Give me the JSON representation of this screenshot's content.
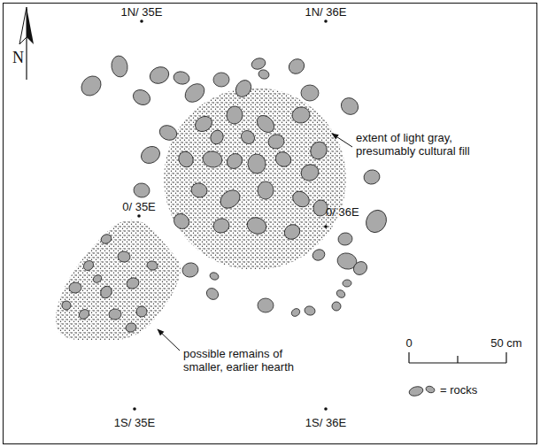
{
  "diagram": {
    "labels": [
      "N",
      "1N/ 35E",
      "1N/ 36E",
      "extent of light gray, presumably cultural fill",
      "0/ 35E",
      "0/ 36E",
      "possible remains of smaller, earlier hearth",
      "0",
      "50 cm",
      "1S/ 35E",
      "1S/ 36E"
    ],
    "legend": [
      {
        "text": "= rocks"
      }
    ]
  }
}
